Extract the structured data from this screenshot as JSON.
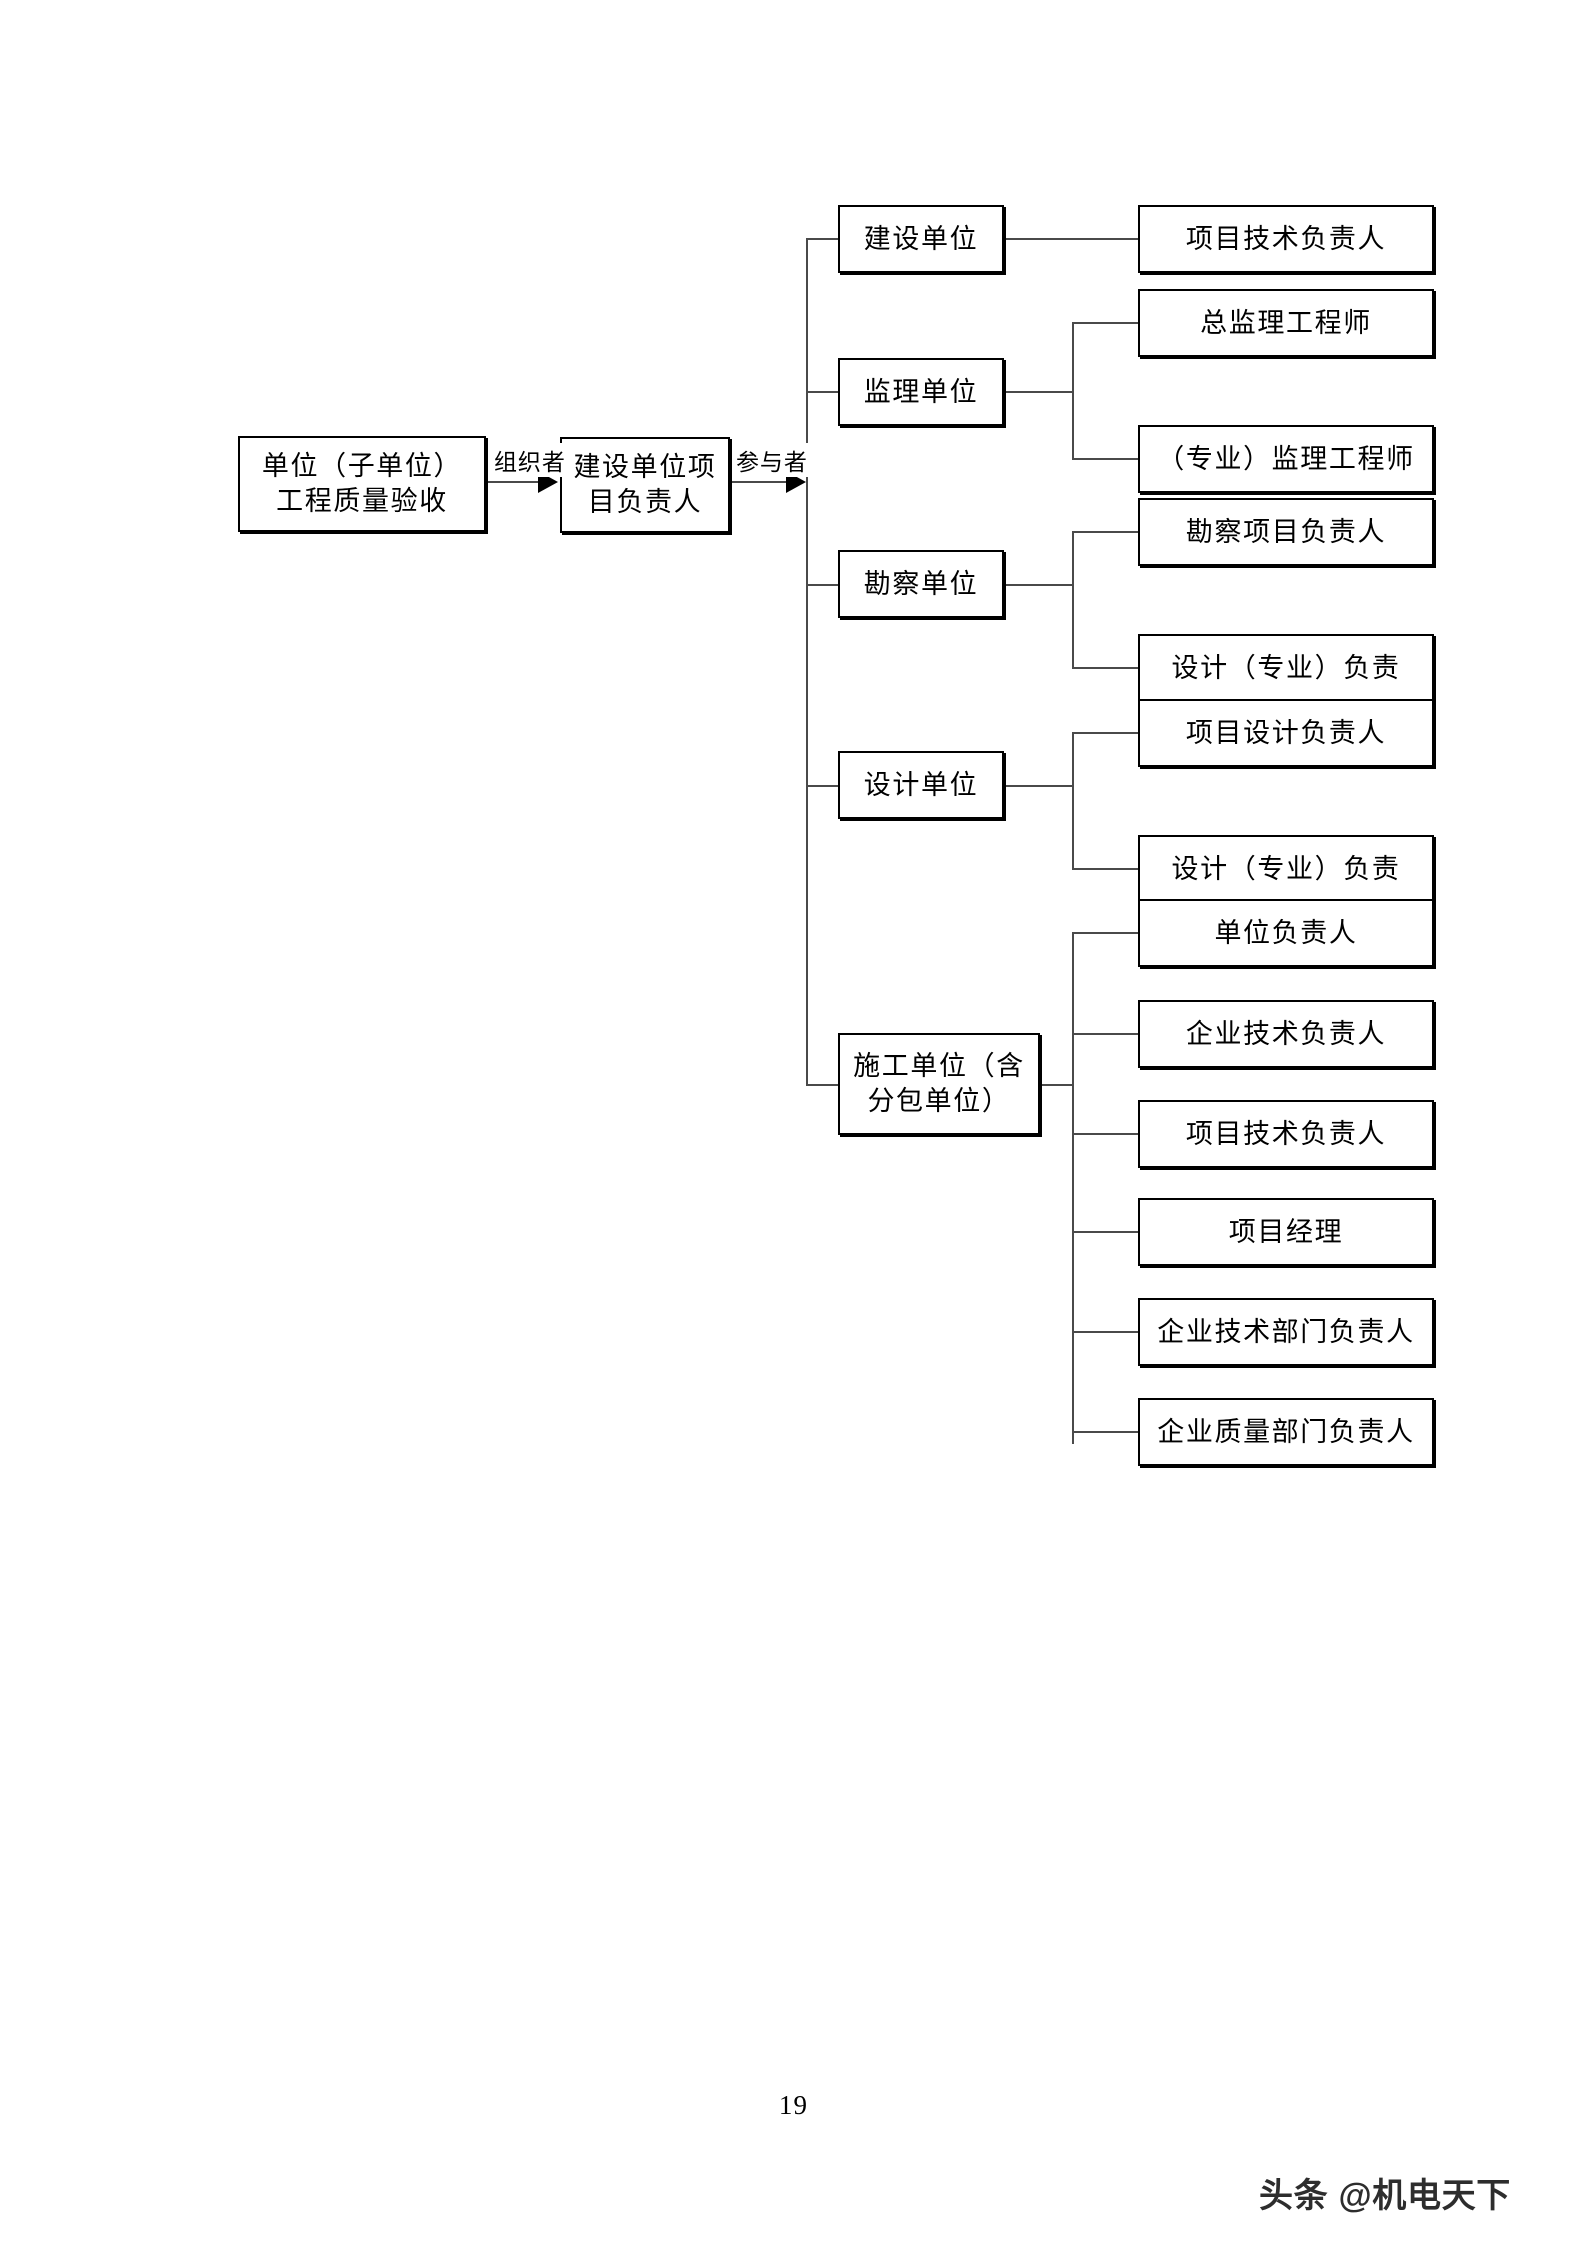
{
  "document": {
    "page_number": "19",
    "watermark": "头条 @机电天下"
  },
  "diagram": {
    "type": "org-flow-tree",
    "root": {
      "label": "单位（子单位）\n工程质量验收"
    },
    "project_manager": {
      "label": "建设单位项\n目负责人"
    },
    "edges": {
      "organizer_label": "组织者",
      "participant_label": "参与者"
    },
    "groups": [
      {
        "unit": "建设单位",
        "children": [
          "项目技术负责人"
        ]
      },
      {
        "unit": "监理单位",
        "children": [
          "总监理工程师",
          "（专业）监理工程师"
        ]
      },
      {
        "unit": "勘察单位",
        "children": [
          "勘察项目负责人",
          "设计（专业）负责"
        ]
      },
      {
        "unit": "设计单位",
        "children": [
          "项目设计负责人",
          "设计（专业）负责"
        ]
      },
      {
        "unit": "施工单位（含\n分包单位）",
        "children": [
          "单位负责人",
          "企业技术负责人",
          "项目技术负责人",
          "项目经理",
          "企业技术部门负责人",
          "企业质量部门负责人"
        ]
      }
    ]
  },
  "colors": {
    "box_border": "#000000",
    "connector": "#4a4a4a",
    "background": "#ffffff",
    "text": "#000000"
  }
}
